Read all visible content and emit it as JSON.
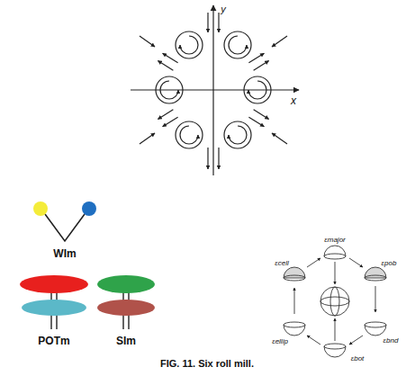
{
  "diagram": {
    "caption": "FIG. 11. Six roll mill.",
    "labels": [
      "y",
      "x",
      "WIm",
      "POTm",
      "SIm",
      "εmajor",
      "εpob",
      "εbnd",
      "εbot",
      "εellip",
      "εcell"
    ]
  }
}
